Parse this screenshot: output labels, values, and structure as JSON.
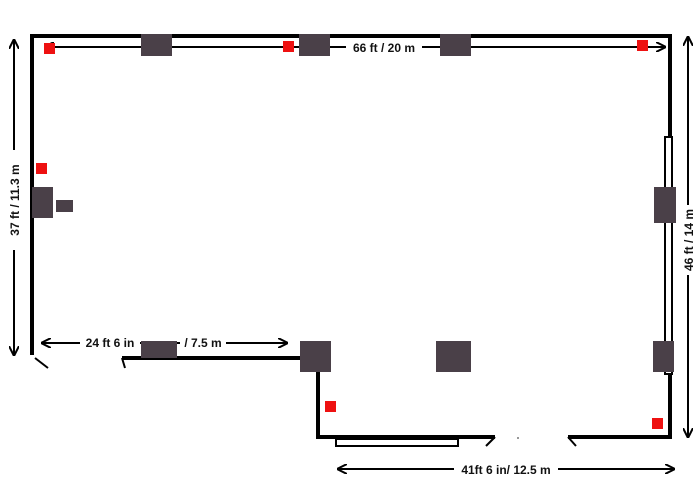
{
  "dimensions": {
    "top_width": "66 ft / 20 m",
    "left_height": "37 ft / 11.3 m",
    "right_height": "46 ft / 14 m",
    "inner_width_part1": "24 ft 6 in",
    "inner_width_part2": "/ 7.5 m",
    "bottom_width": "41ft 6 in/ 12.5 m"
  },
  "colors": {
    "wall": "#000000",
    "fixture": "#4a4048",
    "marker": "#ee1111",
    "window_fill": "#ffffff"
  },
  "icons": {
    "fixture": "dark-square",
    "marker": "red-square",
    "arrow": "double-arrow"
  }
}
